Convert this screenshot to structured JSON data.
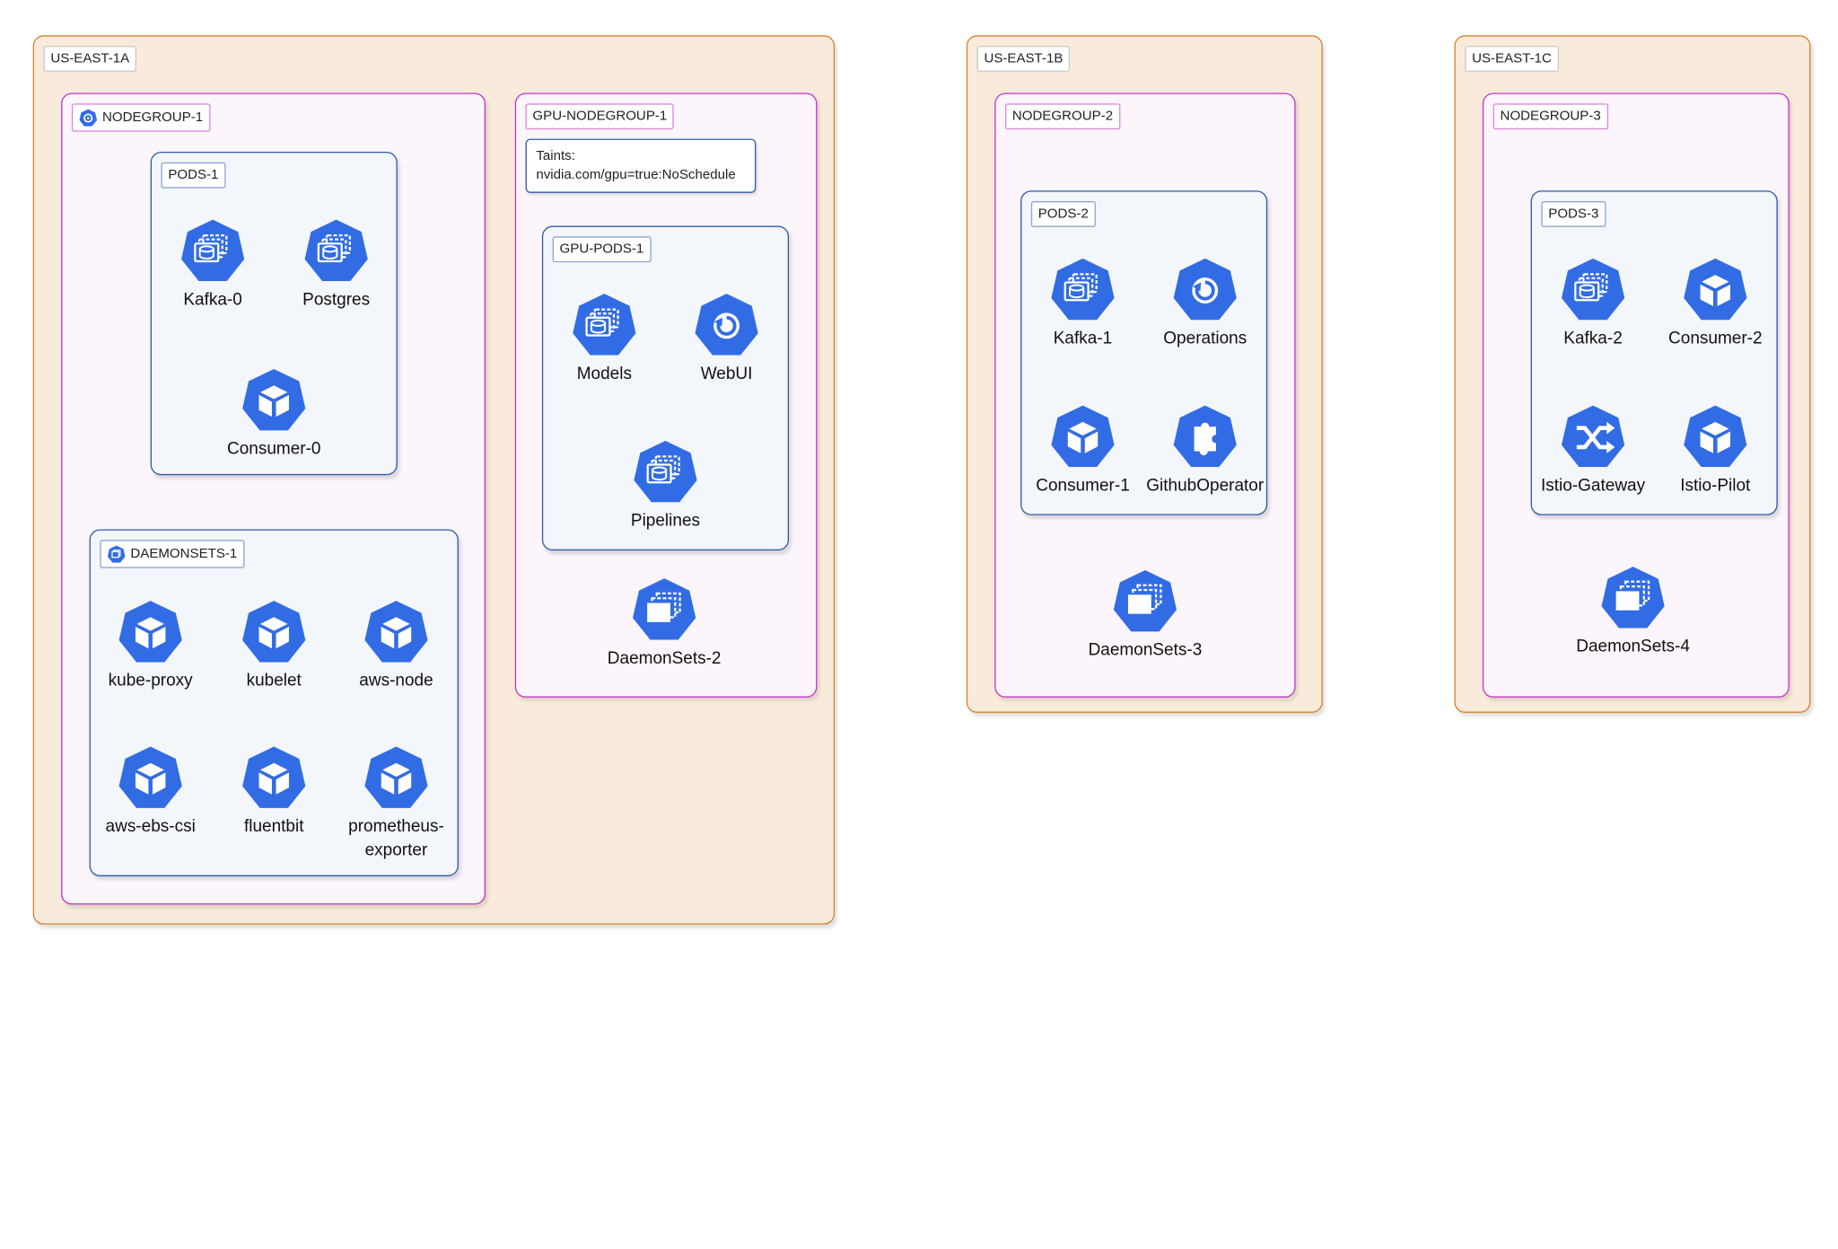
{
  "zones": [
    {
      "id": "us-east-1a",
      "label": "US-EAST-1A"
    },
    {
      "id": "us-east-1b",
      "label": "US-EAST-1B"
    },
    {
      "id": "us-east-1c",
      "label": "US-EAST-1C"
    }
  ],
  "nodegroups": {
    "ng1": "NODEGROUP-1",
    "gpu": "GPU-NODEGROUP-1",
    "ng2": "NODEGROUP-2",
    "ng3": "NODEGROUP-3"
  },
  "groups": {
    "pods1": "PODS-1",
    "daemonsets1": "DAEMONSETS-1",
    "gpupods1": "GPU-PODS-1",
    "pods2": "PODS-2",
    "pods3": "PODS-3"
  },
  "taint": {
    "title": "Taints:",
    "value": "nvidia.com/gpu=true:NoSchedule"
  },
  "nodes": {
    "kafka0": {
      "label": "Kafka-0",
      "icon": "statefulset-icon"
    },
    "postgres": {
      "label": "Postgres",
      "icon": "statefulset-icon"
    },
    "consumer0": {
      "label": "Consumer-0",
      "icon": "pod-icon"
    },
    "kubeproxy": {
      "label": "kube-proxy",
      "icon": "pod-icon"
    },
    "kubelet": {
      "label": "kubelet",
      "icon": "pod-icon"
    },
    "awsnode": {
      "label": "aws-node",
      "icon": "pod-icon"
    },
    "awsebscsi": {
      "label": "aws-ebs-csi",
      "icon": "pod-icon"
    },
    "fluentbit": {
      "label": "fluentbit",
      "icon": "pod-icon"
    },
    "promexporter": {
      "label": "prometheus-\nexporter",
      "icon": "pod-icon"
    },
    "models": {
      "label": "Models",
      "icon": "statefulset-icon"
    },
    "webui": {
      "label": "WebUI",
      "icon": "deployment-icon"
    },
    "pipelines": {
      "label": "Pipelines",
      "icon": "statefulset-icon"
    },
    "daemonsets2": {
      "label": "DaemonSets-2",
      "icon": "daemonset-icon"
    },
    "kafka1": {
      "label": "Kafka-1",
      "icon": "statefulset-icon"
    },
    "operations": {
      "label": "Operations",
      "icon": "deployment-icon"
    },
    "consumer1": {
      "label": "Consumer-1",
      "icon": "pod-icon"
    },
    "githuboperator": {
      "label": "GithubOperator",
      "icon": "crd-icon"
    },
    "daemonsets3": {
      "label": "DaemonSets-3",
      "icon": "daemonset-icon"
    },
    "kafka2": {
      "label": "Kafka-2",
      "icon": "statefulset-icon"
    },
    "consumer2": {
      "label": "Consumer-2",
      "icon": "pod-icon"
    },
    "istiogateway": {
      "label": "Istio-Gateway",
      "icon": "service-icon"
    },
    "istiopilot": {
      "label": "Istio-Pilot",
      "icon": "pod-icon"
    },
    "daemonsets4": {
      "label": "DaemonSets-4",
      "icon": "daemonset-icon"
    }
  },
  "colors": {
    "k8s_blue": "#326ce5",
    "zone_fill": "#f9ebdb",
    "zone_stroke": "#d4822a",
    "nodegroup_fill": "#fcf5fb",
    "nodegroup_stroke": "#c332c9",
    "pods_fill": "#f3f6fb",
    "pods_stroke": "#2e5aa8"
  }
}
